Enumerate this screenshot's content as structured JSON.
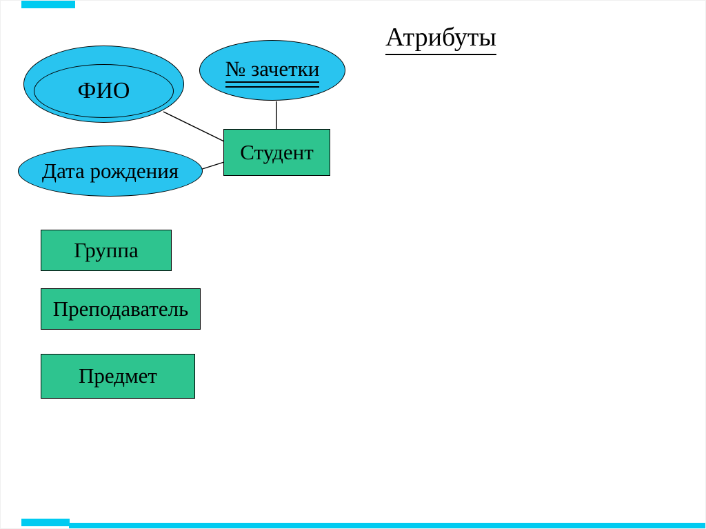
{
  "slide": {
    "title": "Атрибуты",
    "background": "#FFFFFF",
    "colors": {
      "attribute_fill": "#29C4EF",
      "entity_fill": "#2EC48F",
      "accent_bar": "#00CBF1",
      "outline": "#000000",
      "text": "#000000"
    }
  },
  "diagram": {
    "attributes": [
      {
        "label": "ФИО",
        "kind": "composite-attribute",
        "shape": "double-ellipse"
      },
      {
        "label": "№ зачетки",
        "kind": "key-attribute",
        "shape": "ellipse-underlined"
      },
      {
        "label": "Дата рождения",
        "kind": "attribute",
        "shape": "ellipse"
      }
    ],
    "entities": [
      {
        "label": "Студент"
      },
      {
        "label": "Группа"
      },
      {
        "label": "Преподаватель"
      },
      {
        "label": "Предмет"
      }
    ],
    "connections": [
      {
        "from": "ФИО",
        "to": "Студент"
      },
      {
        "from": "Дата рождения",
        "to": "Студент"
      },
      {
        "from": "№ зачетки",
        "to": "Студент"
      }
    ]
  }
}
